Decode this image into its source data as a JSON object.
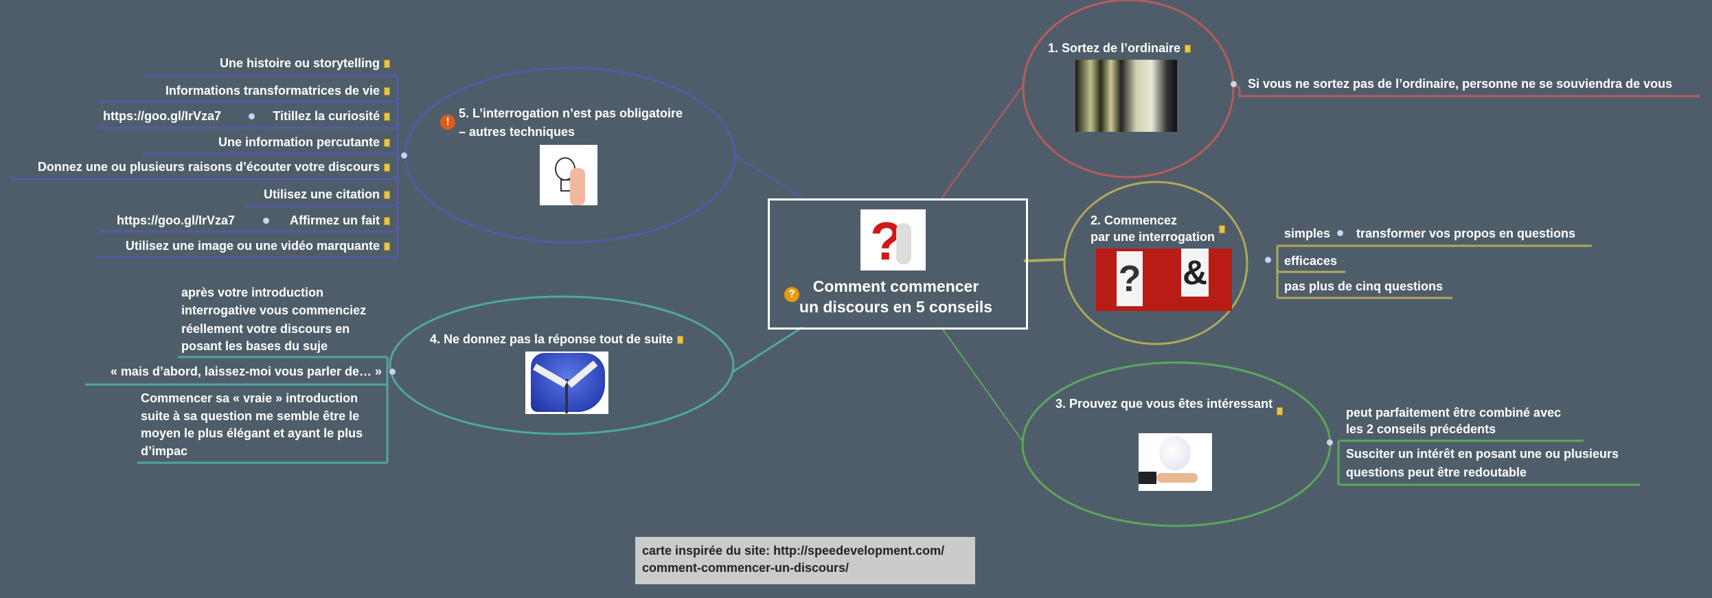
{
  "colors": {
    "background": "#4f5d6a",
    "branch1": "#b85c5c",
    "branch2": "#b0aa5a",
    "branch3": "#5aa85a",
    "branch4": "#4fa8a0",
    "branch5": "#5858a8"
  },
  "central": {
    "line1": "Comment commencer",
    "line2": "un discours en  5 conseils",
    "icon": "question-icon"
  },
  "branch1": {
    "title": "1. Sortez de l’ordinaire",
    "leaves": [
      "Si vous ne sortez pas de l’ordinaire, personne ne se souviendra de vous"
    ]
  },
  "branch2": {
    "title_line1": "2. Commencez",
    "title_line2": "par une interrogation",
    "leaves": [
      "simples",
      "transformer vos propos en questions",
      "efficaces",
      "pas plus de cinq questions"
    ]
  },
  "branch3": {
    "title": "3. Prouvez que vous êtes intéressant",
    "leaf1": [
      "peut parfaitement être combiné avec",
      "les 2 conseils précédents"
    ],
    "leaf2": [
      "Susciter un intérêt en posant une ou plusieurs",
      "questions peut être redoutable"
    ]
  },
  "branch4": {
    "title": "4. Ne donnez pas la réponse tout de suite",
    "leaf1": [
      "après votre introduction",
      "interrogative vous commenciez",
      "réellement votre discours en",
      "posant les bases du suje"
    ],
    "leaf2": "« mais d’abord, laissez-moi vous parler de… »",
    "leaf3": [
      "Commencer sa « vraie » introduction",
      "suite à sa question me semble être le",
      "moyen le plus élégant et ayant le plus",
      "d’impac"
    ]
  },
  "branch5": {
    "title_line1": "5. L’interrogation n’est pas obligatoire",
    "title_line2": "–  autres techniques",
    "icon": "exclamation-icon",
    "leaves": [
      "Une histoire ou storytelling",
      "Informations transformatrices de vie",
      "Titillez la curiosité",
      "Une information percutante",
      "Donnez une ou plusieurs raisons d’écouter votre discours",
      "Utilisez une citation",
      "Affirmez un fait",
      "Utilisez une image ou une vidéo marquante"
    ],
    "links": [
      "https://goo.gl/IrVza7",
      "https://goo.gl/IrVza7"
    ]
  },
  "footer": {
    "line1": "carte inspirée du site: http://speedevelopment.com/",
    "line2": "comment-commencer-un-discours/"
  }
}
